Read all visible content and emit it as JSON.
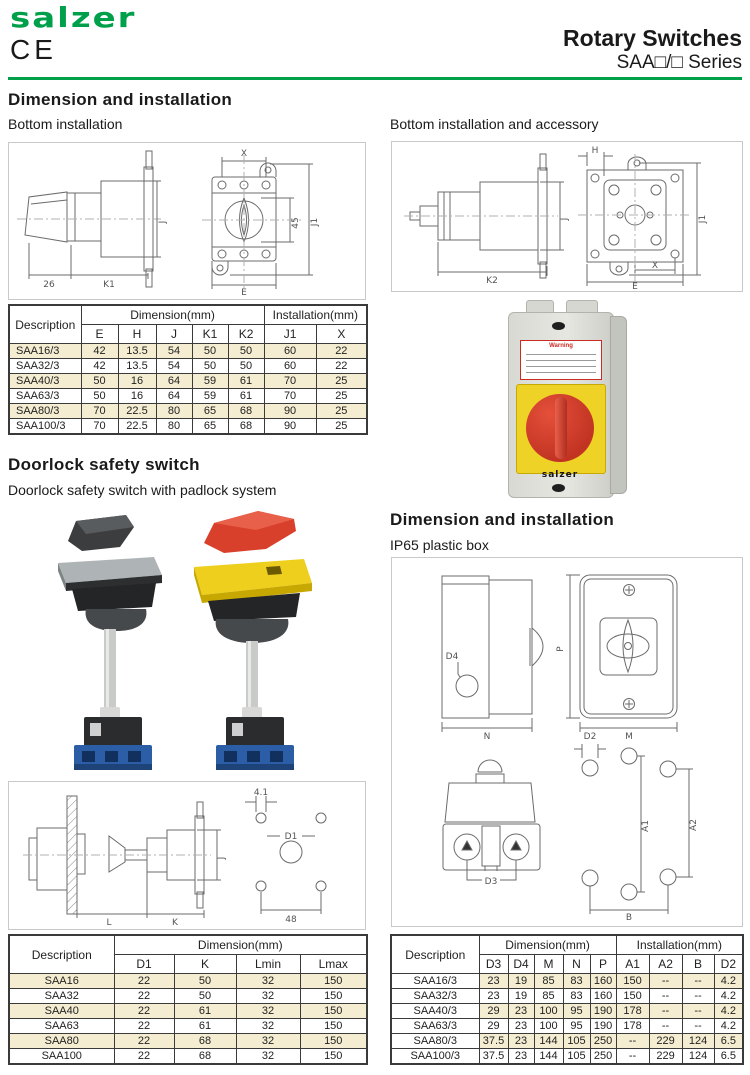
{
  "header": {
    "logo_text": "salzer",
    "ce_mark": "CE",
    "title": "Rotary Switches",
    "series": "SAA□/□ Series"
  },
  "colors": {
    "accent_green": "#00A04B",
    "table_shade": "#F4EDD2",
    "photo_red": "#D8402C",
    "photo_yellow": "#EFD226",
    "photo_blue": "#2B5EA7"
  },
  "sections": {
    "bottom_install": {
      "heading": "Dimension and installation",
      "subheading": "Bottom installation"
    },
    "accessory": {
      "subheading": "Bottom installation and accessory"
    },
    "doorlock": {
      "heading": "Doorlock safety switch",
      "subheading": "Doorlock safety switch with padlock system"
    },
    "ip65": {
      "heading": "Dimension and installation",
      "subheading": "IP65 plastic box"
    }
  },
  "drawings": {
    "bottom_install": {
      "labels": {
        "x": "X",
        "d45": "45",
        "j1": "J1",
        "e": "E",
        "d26": "26",
        "k1": "K1",
        "j": "J"
      }
    },
    "accessory": {
      "labels": {
        "h": "H",
        "j1": "J1",
        "x": "X",
        "e": "E",
        "k2": "K2",
        "j": "J"
      }
    },
    "doorlock": {
      "labels": {
        "l": "L",
        "k": "K",
        "j": "J",
        "d41": "4.1",
        "d1": "D1",
        "d48": "48"
      }
    },
    "ip65": {
      "labels": {
        "d4": "D4",
        "n": "N",
        "p": "P",
        "m": "M",
        "d3": "D3",
        "d2": "D2",
        "a1": "A1",
        "a2": "A2",
        "b": "B"
      }
    }
  },
  "photos": {
    "enclosure": {
      "warning_label": "Warning",
      "brand": "salzer"
    }
  },
  "tables": {
    "t1": {
      "description_header": "Description",
      "groups": [
        {
          "label": "Dimension(mm)",
          "cols": [
            "E",
            "H",
            "J",
            "K1",
            "K2"
          ]
        },
        {
          "label": "Installation(mm)",
          "cols": [
            "J1",
            "X"
          ]
        }
      ],
      "shade_desc": true,
      "rows": [
        {
          "desc": "SAA16/3",
          "values": [
            "42",
            "13.5",
            "54",
            "50",
            "50",
            "60",
            "22"
          ],
          "shaded": true
        },
        {
          "desc": "SAA32/3",
          "values": [
            "42",
            "13.5",
            "54",
            "50",
            "50",
            "60",
            "22"
          ],
          "shaded": false
        },
        {
          "desc": "SAA40/3",
          "values": [
            "50",
            "16",
            "64",
            "59",
            "61",
            "70",
            "25"
          ],
          "shaded": true
        },
        {
          "desc": "SAA63/3",
          "values": [
            "50",
            "16",
            "64",
            "59",
            "61",
            "70",
            "25"
          ],
          "shaded": false
        },
        {
          "desc": "SAA80/3",
          "values": [
            "70",
            "22.5",
            "80",
            "65",
            "68",
            "90",
            "25"
          ],
          "shaded": true
        },
        {
          "desc": "SAA100/3",
          "values": [
            "70",
            "22.5",
            "80",
            "65",
            "68",
            "90",
            "25"
          ],
          "shaded": false
        }
      ]
    },
    "t2": {
      "description_header": "Description",
      "groups": [
        {
          "label": "Dimension(mm)",
          "cols": [
            "D1",
            "K",
            "Lmin",
            "Lmax"
          ]
        }
      ],
      "shade_desc": true,
      "rows": [
        {
          "desc": "SAA16",
          "values": [
            "22",
            "50",
            "32",
            "150"
          ],
          "shaded": true
        },
        {
          "desc": "SAA32",
          "values": [
            "22",
            "50",
            "32",
            "150"
          ],
          "shaded": false
        },
        {
          "desc": "SAA40",
          "values": [
            "22",
            "61",
            "32",
            "150"
          ],
          "shaded": true
        },
        {
          "desc": "SAA63",
          "values": [
            "22",
            "61",
            "32",
            "150"
          ],
          "shaded": false
        },
        {
          "desc": "SAA80",
          "values": [
            "22",
            "68",
            "32",
            "150"
          ],
          "shaded": true
        },
        {
          "desc": "SAA100",
          "values": [
            "22",
            "68",
            "32",
            "150"
          ],
          "shaded": false
        }
      ]
    },
    "t3": {
      "description_header": "Description",
      "groups": [
        {
          "label": "Dimension(mm)",
          "cols": [
            "D3",
            "D4",
            "M",
            "N",
            "P"
          ]
        },
        {
          "label": "Installation(mm)",
          "cols": [
            "A1",
            "A2",
            "B",
            "D2"
          ]
        }
      ],
      "shade_desc": false,
      "rows": [
        {
          "desc": "SAA16/3",
          "values": [
            "23",
            "19",
            "85",
            "83",
            "160",
            "150",
            "--",
            "--",
            "4.2"
          ],
          "shaded": true
        },
        {
          "desc": "SAA32/3",
          "values": [
            "23",
            "19",
            "85",
            "83",
            "160",
            "150",
            "--",
            "--",
            "4.2"
          ],
          "shaded": false
        },
        {
          "desc": "SAA40/3",
          "values": [
            "29",
            "23",
            "100",
            "95",
            "190",
            "178",
            "--",
            "--",
            "4.2"
          ],
          "shaded": true
        },
        {
          "desc": "SAA63/3",
          "values": [
            "29",
            "23",
            "100",
            "95",
            "190",
            "178",
            "--",
            "--",
            "4.2"
          ],
          "shaded": false
        },
        {
          "desc": "SAA80/3",
          "values": [
            "37.5",
            "23",
            "144",
            "105",
            "250",
            "--",
            "229",
            "124",
            "6.5"
          ],
          "shaded": true
        },
        {
          "desc": "SAA100/3",
          "values": [
            "37.5",
            "23",
            "144",
            "105",
            "250",
            "--",
            "229",
            "124",
            "6.5"
          ],
          "shaded": false
        }
      ]
    }
  }
}
